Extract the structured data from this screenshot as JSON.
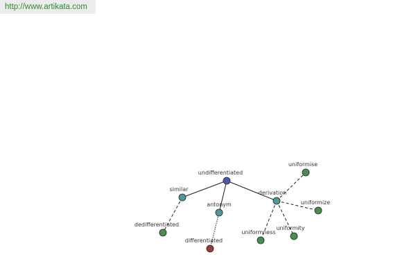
{
  "source_link": "http://www.artikata.com",
  "graph": {
    "center": {
      "id": "undifferentiated",
      "label": "undifferentiated",
      "color": "#4a5aa6",
      "interactable": true
    },
    "nodes": [
      {
        "id": "similar",
        "label": "similar",
        "color": "#4a9a9a"
      },
      {
        "id": "antonym",
        "label": "antonym",
        "color": "#4a9a9a"
      },
      {
        "id": "derivation",
        "label": "derivation",
        "color": "#4a9a9a"
      },
      {
        "id": "dedifferentiated",
        "label": "dedifferentiated",
        "color": "#4e8c4e"
      },
      {
        "id": "differentiated",
        "label": "differentiated",
        "color": "#9a3a3a"
      },
      {
        "id": "uniformise",
        "label": "uniformise",
        "color": "#4e8c4e"
      },
      {
        "id": "uniformize",
        "label": "uniformize",
        "color": "#4e8c4e"
      },
      {
        "id": "uniformness",
        "label": "uniformness",
        "color": "#4e8c4e"
      },
      {
        "id": "uniformity",
        "label": "uniformity",
        "color": "#4e8c4e"
      }
    ],
    "edges": [
      {
        "from": "undifferentiated",
        "to": "similar",
        "style": "solid"
      },
      {
        "from": "undifferentiated",
        "to": "antonym",
        "style": "solid"
      },
      {
        "from": "undifferentiated",
        "to": "derivation",
        "style": "solid"
      },
      {
        "from": "similar",
        "to": "dedifferentiated",
        "style": "dashed"
      },
      {
        "from": "antonym",
        "to": "differentiated",
        "style": "dotted"
      },
      {
        "from": "derivation",
        "to": "uniformise",
        "style": "dashed"
      },
      {
        "from": "derivation",
        "to": "uniformize",
        "style": "dashed"
      },
      {
        "from": "derivation",
        "to": "uniformness",
        "style": "dashed"
      },
      {
        "from": "derivation",
        "to": "uniformity",
        "style": "dashed"
      }
    ]
  }
}
